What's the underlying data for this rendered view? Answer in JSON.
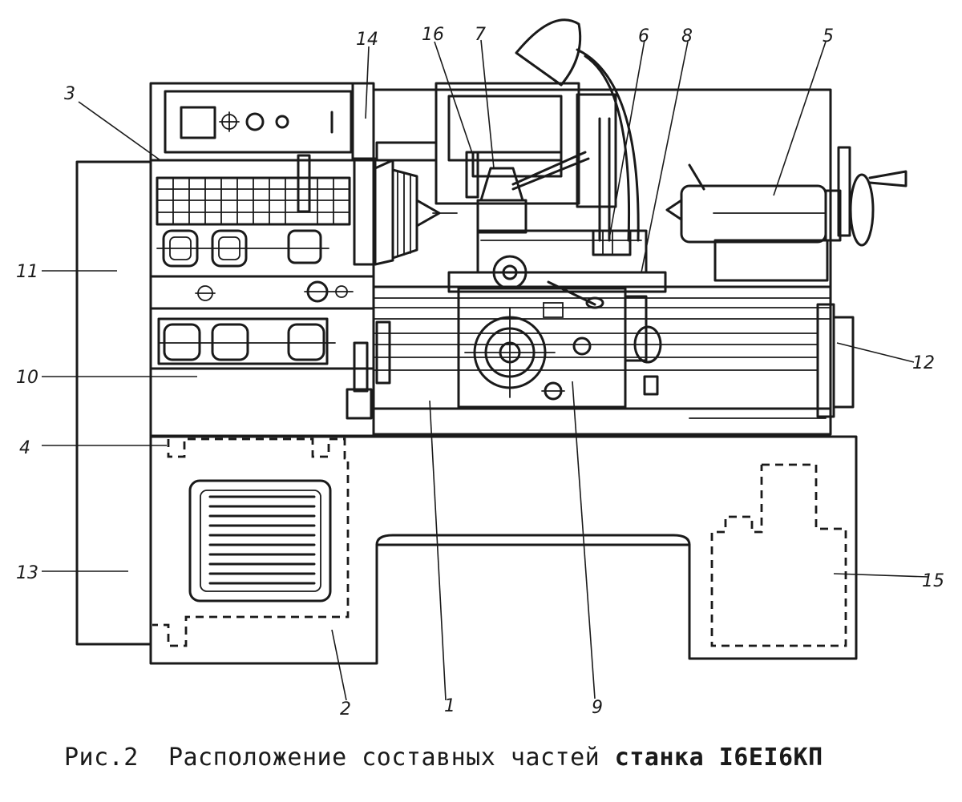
{
  "caption": {
    "prefix": "Рис.2",
    "text": "Расположение составных частей",
    "machine": "станка I6EI6КП"
  },
  "callouts": [
    {
      "id": "1",
      "text": "1"
    },
    {
      "id": "2",
      "text": "2"
    },
    {
      "id": "3",
      "text": "3"
    },
    {
      "id": "4",
      "text": "4"
    },
    {
      "id": "5",
      "text": "5"
    },
    {
      "id": "6",
      "text": "6"
    },
    {
      "id": "7",
      "text": "7"
    },
    {
      "id": "8",
      "text": "8"
    },
    {
      "id": "9",
      "text": "9"
    },
    {
      "id": "10",
      "text": "10"
    },
    {
      "id": "11",
      "text": "11"
    },
    {
      "id": "12",
      "text": "12"
    },
    {
      "id": "13",
      "text": "13"
    },
    {
      "id": "14",
      "text": "14"
    },
    {
      "id": "15",
      "text": "15"
    },
    {
      "id": "16",
      "text": "16"
    }
  ]
}
